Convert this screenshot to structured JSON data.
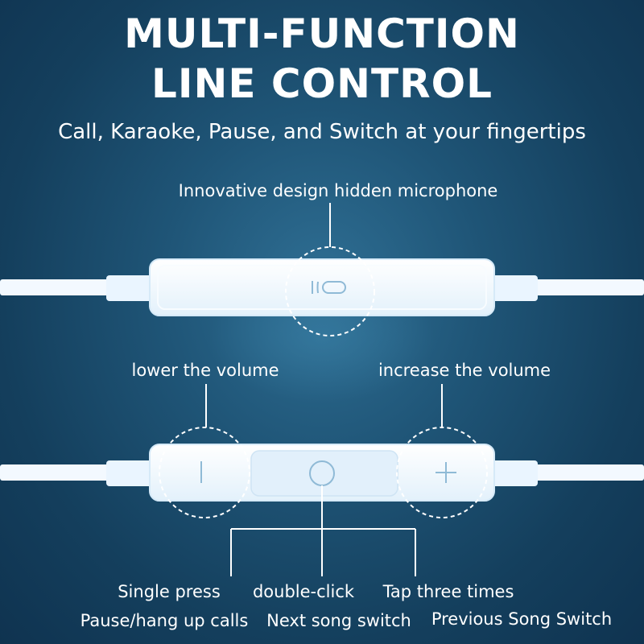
{
  "header": {
    "title_line1": "MULTI-FUNCTION",
    "title_line2": "LINE CONTROL",
    "subtitle": "Call, Karaoke, Pause, and Switch at your fingertips"
  },
  "labels": {
    "microphone": "Innovative design hidden microphone",
    "volume_down": "lower the volume",
    "volume_up": "increase the volume",
    "single_press": "Single press",
    "double_click": "double-click",
    "tap_three": "Tap three times",
    "pause_calls": "Pause/hang up calls",
    "next_song": "Next song switch",
    "prev_song": "Previous Song Switch"
  },
  "icons": [
    "microphone-icon",
    "minus-icon",
    "center-button-icon",
    "plus-icon"
  ],
  "colors": {
    "background": "#1f5577",
    "remote_body": "#eef7ff",
    "cable": "#f4faff",
    "icon_stroke": "#9fc6de"
  }
}
